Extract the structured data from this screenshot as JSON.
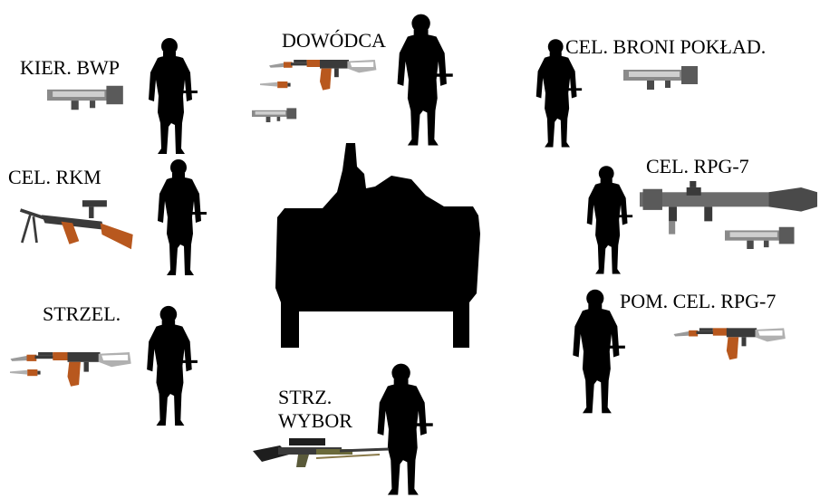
{
  "roles": {
    "driver": "KIER. BWP",
    "commander": "DOWÓDCA",
    "onboard_gunner": "CEL. BRONI POKŁAD.",
    "mg_gunner": "CEL. RKM",
    "rpg_gunner": "CEL. RPG-7",
    "rifleman": "STRZEL.",
    "rpg_assistant": "POM. CEL. RPG-7",
    "marksman_line1": "STRZ.",
    "marksman_line2": "WYBOR"
  },
  "icons": {
    "vehicle": "ifv-silhouette-icon",
    "soldier": "soldier-silhouette-icon",
    "assault_rifle": "assault-rifle-icon",
    "grenade_launcher": "grenade-launcher-icon",
    "machine_gun": "machine-gun-icon",
    "rpg": "rpg7-launcher-icon",
    "sniper_rifle": "sniper-rifle-icon",
    "bayonet": "bayonet-icon"
  },
  "colors": {
    "silhouette": "#000000",
    "rifle_furniture": "#b8581e",
    "metal": "#3a3a3a",
    "rpg_body": "#6b6b6b",
    "sniper_furniture": "#6b6a3a"
  }
}
